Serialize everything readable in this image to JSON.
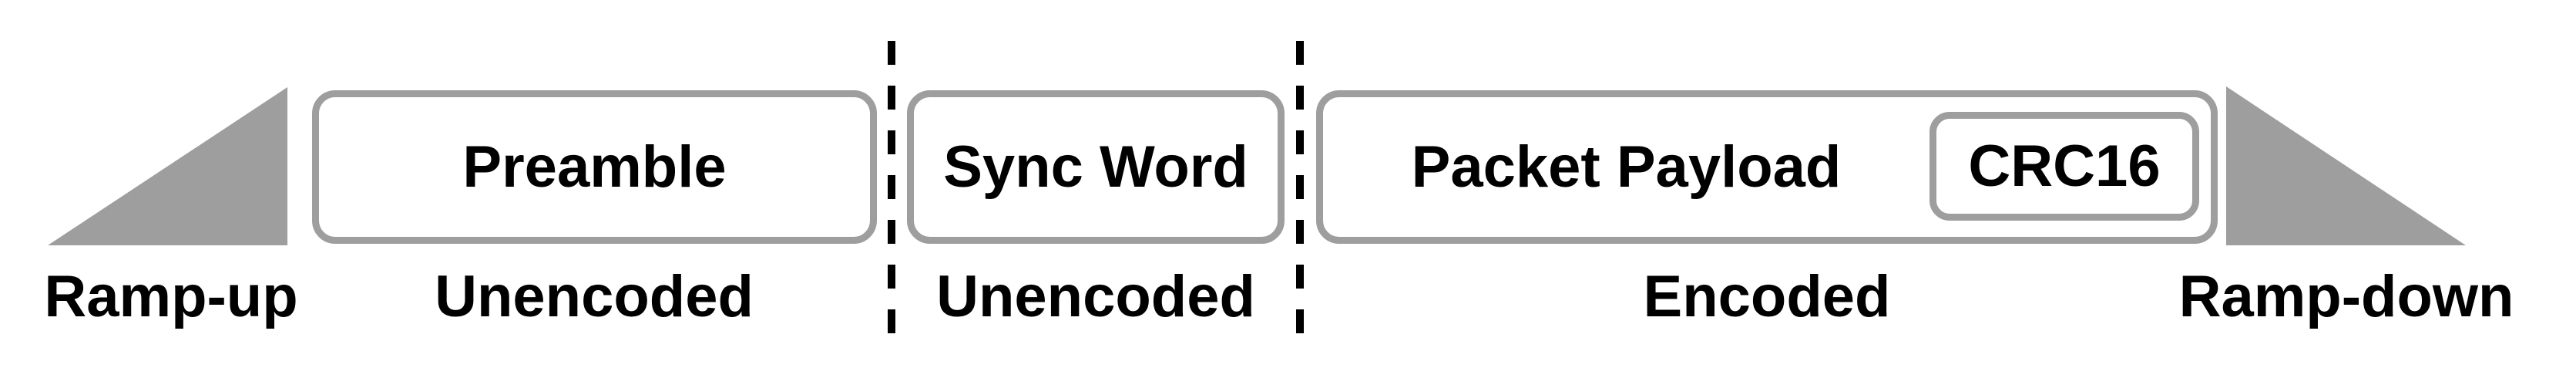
{
  "diagram": {
    "colors": {
      "shape_gray": "#9e9e9e",
      "text": "#000000",
      "background": "#ffffff",
      "separator": "#000000"
    },
    "segments": {
      "ramp_up": {
        "label": "Ramp-up"
      },
      "preamble": {
        "box_label": "Preamble",
        "encoding_label": "Unencoded"
      },
      "sync_word": {
        "box_label": "Sync Word",
        "encoding_label": "Unencoded"
      },
      "payload": {
        "box_label": "Packet Payload",
        "crc_label": "CRC16",
        "encoding_label": "Encoded"
      },
      "ramp_down": {
        "label": "Ramp-down"
      }
    }
  }
}
